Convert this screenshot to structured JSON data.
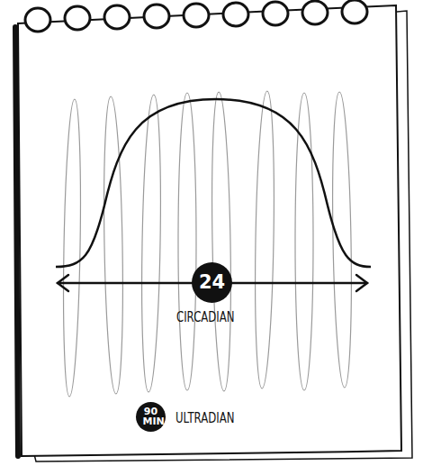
{
  "diagram": {
    "nodes": [
      {
        "text": [
          "24",
          "CIRCADIAN"
        ]
      },
      {
        "text": [
          "90 MIN",
          "ULTRADIAN"
        ]
      }
    ]
  }
}
